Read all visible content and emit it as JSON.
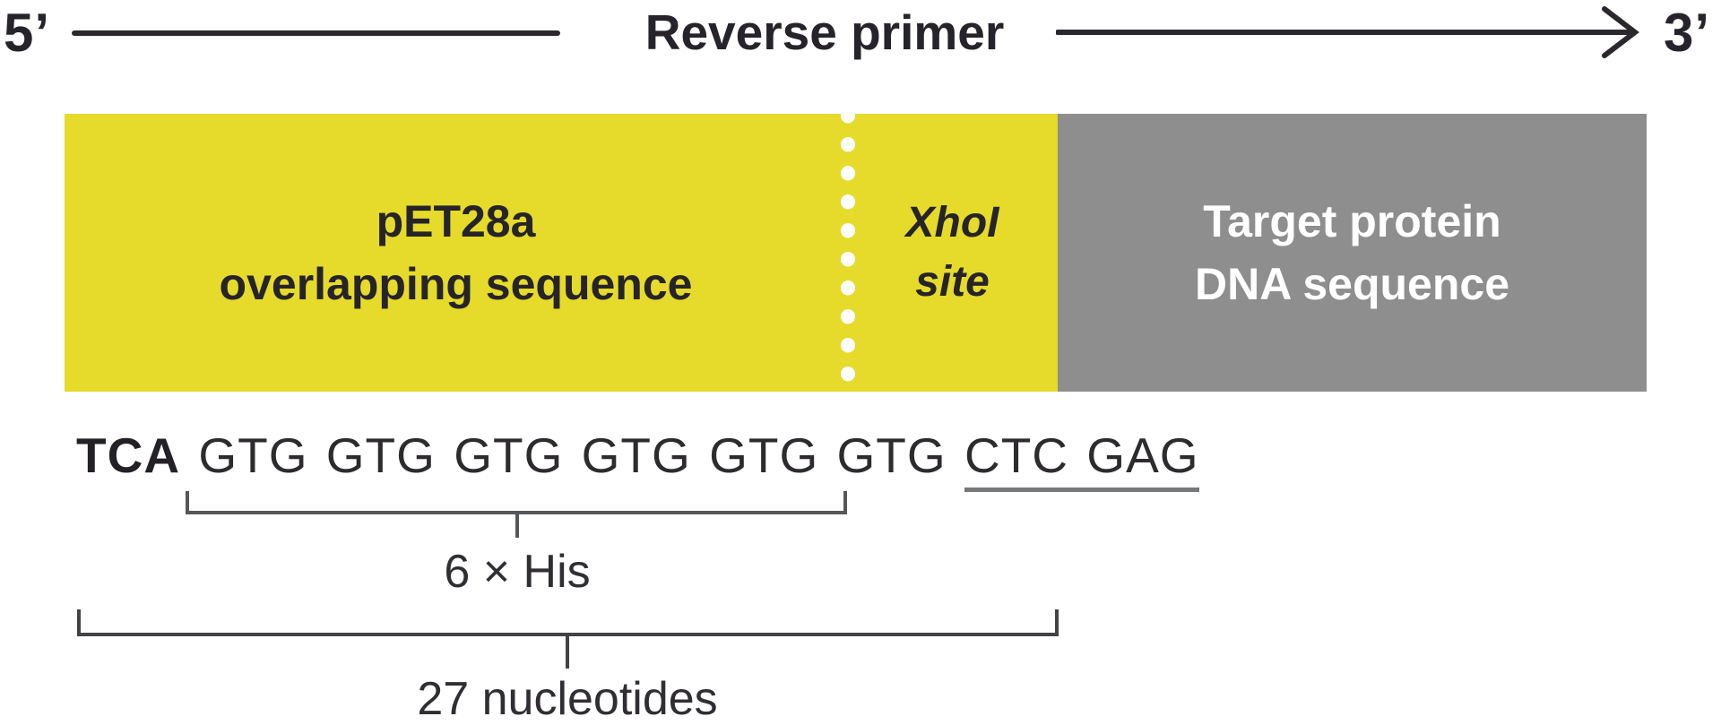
{
  "strand": {
    "left_end": "5’",
    "right_end": "3’",
    "label": "Reverse primer"
  },
  "boxes": {
    "pet28a": {
      "line1": "pET28a",
      "line2": "overlapping sequence",
      "color": "#e6da2b"
    },
    "xhoi": {
      "line1": "XhoI",
      "line2": "site",
      "color": "#e6da2b"
    },
    "target": {
      "line1": "Target protein",
      "line2": "DNA sequence",
      "color": "#8e8e8e"
    }
  },
  "sequence": {
    "start_codon": "TCA",
    "his_run": "GTG GTG GTG GTG GTG GTG",
    "xhoi_site": "CTC GAG"
  },
  "brackets": {
    "his": {
      "label": "6 × His"
    },
    "total": {
      "label": "27 nucleotides"
    }
  },
  "colors": {
    "yellow": "#e6da2b",
    "gray": "#8e8e8e",
    "ink": "#26242a",
    "sequence_text": "#2d2b2e",
    "underline": "#77787a",
    "bracket": "#4f4e51",
    "dotted_divider": "#ffffff"
  }
}
